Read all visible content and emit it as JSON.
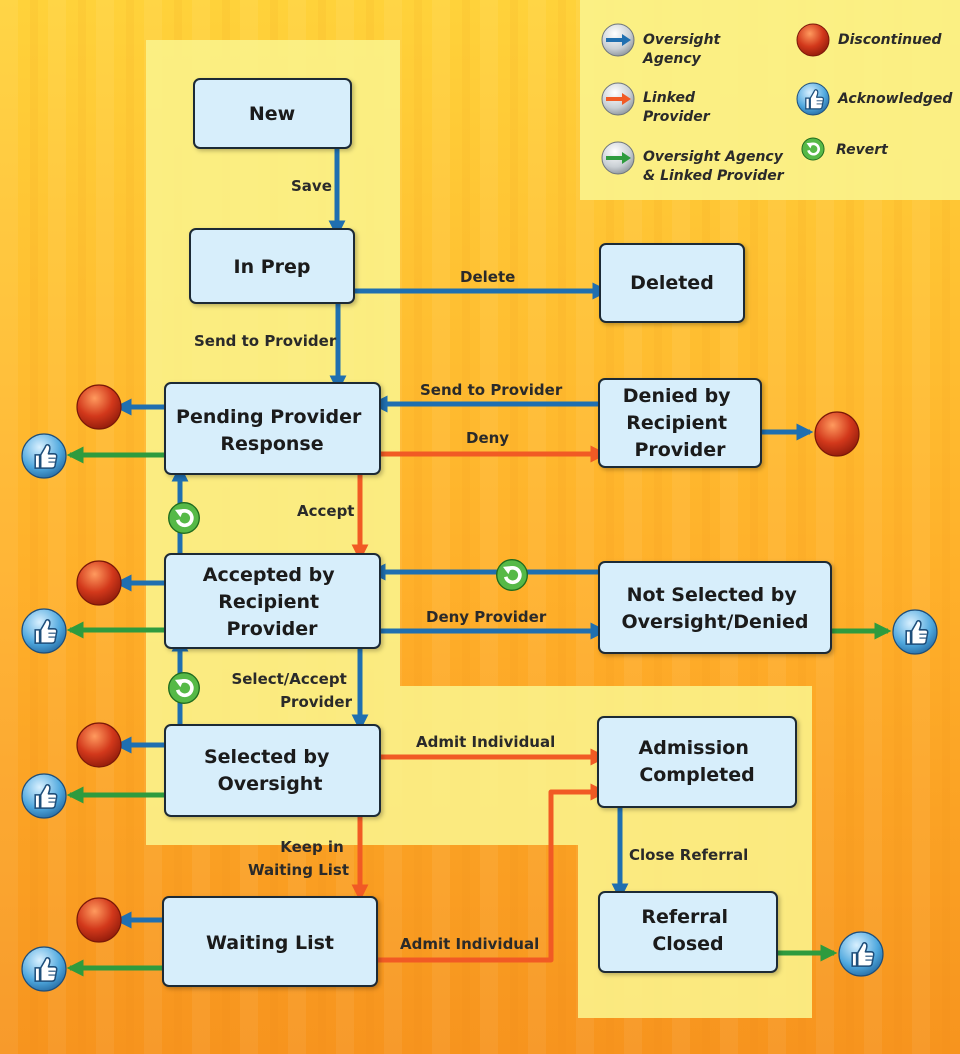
{
  "colors": {
    "background_light": "#FFD23A",
    "background_dark": "#F7941E",
    "highlight_panel": "#FBF28A",
    "box_fill": "#D7EEFB",
    "box_stroke": "#1E2A36",
    "oversight_agency": "#1F6FB0",
    "linked_provider": "#F15A24",
    "both": "#2E9B3E",
    "discontinued": "#D2381B",
    "acknowledged": "#4FA8DE",
    "revert": "#3A9A2E"
  },
  "legend": {
    "oversight_agency": [
      "Oversight",
      "Agency"
    ],
    "linked_provider": [
      "Linked",
      "Provider"
    ],
    "both": [
      "Oversight Agency",
      "& Linked Provider"
    ],
    "discontinued": "Discontinued",
    "acknowledged": "Acknowledged",
    "revert": "Revert"
  },
  "states": {
    "new": [
      "New"
    ],
    "in_prep": [
      "In Prep"
    ],
    "deleted": [
      "Deleted"
    ],
    "pending": [
      "Pending Provider",
      "Response"
    ],
    "denied_by_recipient": [
      "Denied by",
      "Recipient",
      "Provider"
    ],
    "accepted": [
      "Accepted by",
      "Recipient",
      "Provider"
    ],
    "not_selected": [
      "Not Selected by",
      "Oversight/Denied"
    ],
    "selected": [
      "Selected by",
      "Oversight"
    ],
    "admission_completed": [
      "Admission",
      "Completed"
    ],
    "waiting_list": [
      "Waiting List"
    ],
    "referral_closed": [
      "Referral",
      "Closed"
    ]
  },
  "transitions": {
    "save": [
      "Save"
    ],
    "delete": [
      "Delete"
    ],
    "send_to_provider_down": [
      "Send to Provider"
    ],
    "send_to_provider_back": [
      "Send to Provider"
    ],
    "deny": [
      "Deny"
    ],
    "accept": [
      "Accept"
    ],
    "deny_provider": [
      "Deny Provider"
    ],
    "select_accept": [
      "Select/Accept",
      "Provider"
    ],
    "admit_from_selected": [
      "Admit Individual"
    ],
    "keep_in_waiting": [
      "Keep in",
      "Waiting List"
    ],
    "admit_from_waiting": [
      "Admit Individual"
    ],
    "close_referral": [
      "Close Referral"
    ]
  }
}
